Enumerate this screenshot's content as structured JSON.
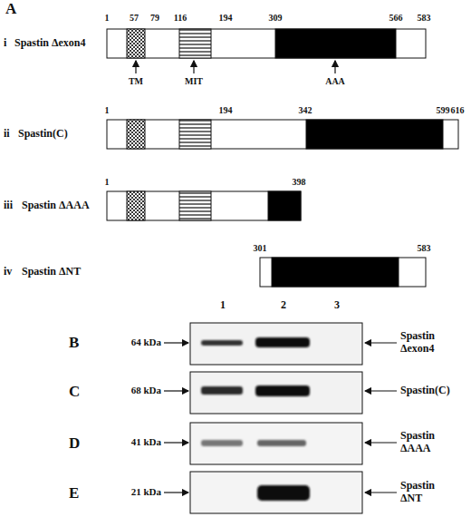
{
  "diagram": {
    "labels": [
      "A",
      "1",
      "57",
      "79",
      "116",
      "194",
      "309",
      "566",
      "583",
      "i",
      "Spastin Δexon4",
      "TM",
      "MIT",
      "AAA",
      "1",
      "194",
      "342",
      "599",
      "616",
      "ii",
      "Spastin(C)",
      "1",
      "398",
      "iii",
      "Spastin ΔAAA",
      "301",
      "583",
      "iv",
      "Spastin ΔNT",
      "1",
      "2",
      "3",
      "B",
      "64 kDa",
      "Spastin Δexon4",
      "C",
      "68 kDa",
      "Spastin(C)",
      "D",
      "41 kDa",
      "Spastin ΔAAA",
      "E",
      "21 kDa",
      "Spastin ΔNT"
    ]
  }
}
